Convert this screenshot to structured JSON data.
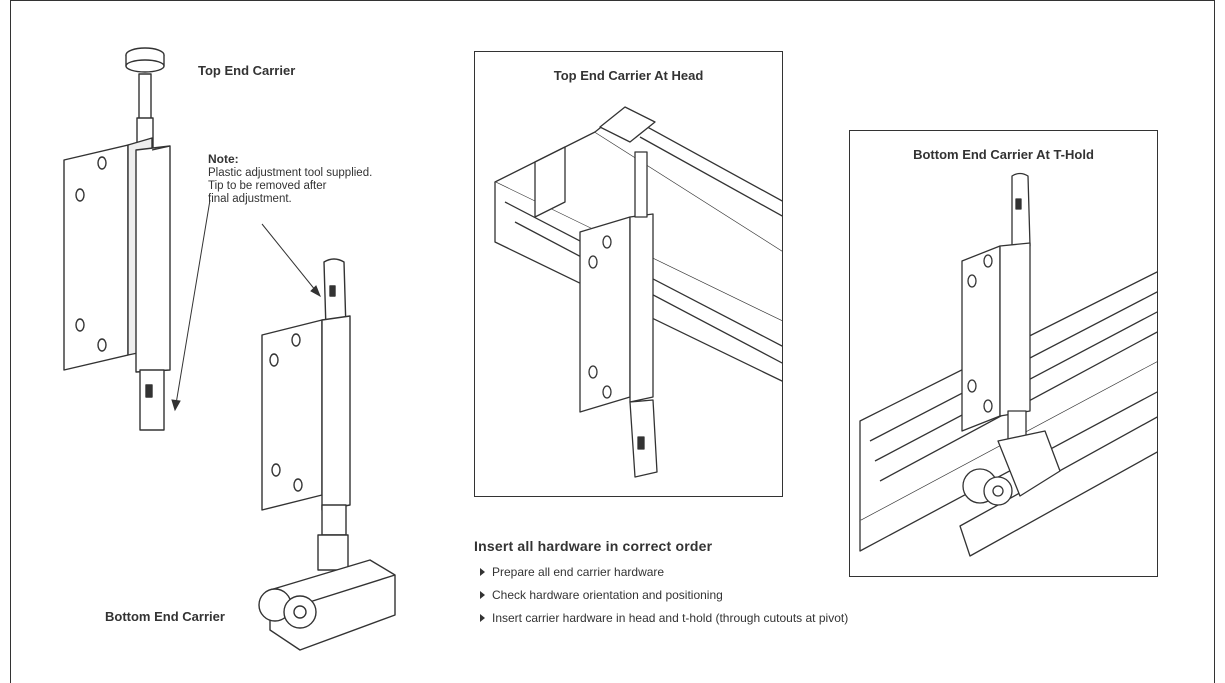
{
  "labels": {
    "top_end_carrier": "Top End Carrier",
    "bottom_end_carrier": "Bottom End Carrier"
  },
  "note": {
    "heading": "Note:",
    "lines": [
      "Plastic adjustment tool supplied.",
      "Tip to be removed after",
      "final adjustment."
    ]
  },
  "panels": {
    "head": {
      "title": "Top End Carrier At Head"
    },
    "thold": {
      "title": "Bottom End Carrier At T-Hold"
    }
  },
  "instructions": {
    "heading": "Insert all hardware in correct order",
    "steps": [
      "Prepare all end carrier hardware",
      "Check hardware orientation and positioning",
      "Insert carrier hardware in head and  t-hold (through cutouts at pivot)"
    ]
  }
}
